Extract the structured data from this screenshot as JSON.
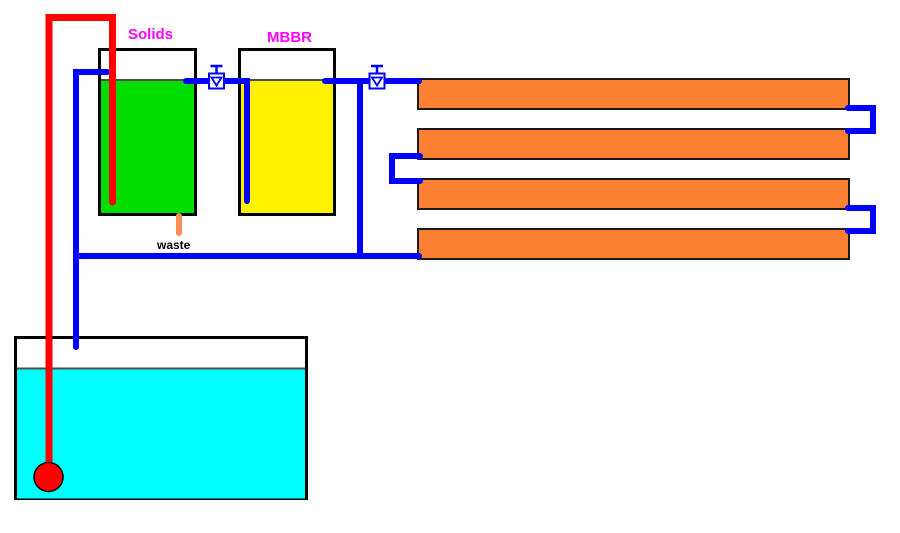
{
  "colors": {
    "pipe_blue": "#0000FF",
    "pipe_red": "#FF0000",
    "solids_green": "#00DE00",
    "mbbr_yellow": "#FFF200",
    "channel_orange": "#FB8032",
    "sump_cyan": "#00FFFF",
    "waste_orange": "#FF8C55",
    "label_magenta": "#FF00FF",
    "outline_black": "#000000",
    "channel_border": "#1A1A1A",
    "waterline_gray": "#4D4D4D"
  },
  "diagram": {
    "type": "process-flow-diagram",
    "labels": {
      "solids": "Solids",
      "mbbr": "MBBR",
      "waste": "waste"
    },
    "components": [
      {
        "name": "solids-tank",
        "kind": "tank",
        "label": "Solids",
        "fill_color": "solids_green"
      },
      {
        "name": "mbbr-tank",
        "kind": "tank",
        "label": "MBBR",
        "fill_color": "mbbr_yellow"
      },
      {
        "name": "grow-channel",
        "kind": "channel",
        "count": 4,
        "fill_color": "channel_orange",
        "connection": "serpentine"
      },
      {
        "name": "sump-tank",
        "kind": "tank",
        "fill_color": "sump_cyan"
      },
      {
        "name": "pump",
        "kind": "pump",
        "fill_color": "pipe_red"
      },
      {
        "name": "valve",
        "kind": "valve",
        "count": 2,
        "color": "pipe_blue"
      },
      {
        "name": "waste-outlet",
        "kind": "drain",
        "label": "waste",
        "color": "waste_orange"
      },
      {
        "name": "supply-pipe",
        "kind": "pipe",
        "color": "pipe_red"
      },
      {
        "name": "gravity-pipes",
        "kind": "pipe",
        "color": "pipe_blue"
      }
    ]
  }
}
